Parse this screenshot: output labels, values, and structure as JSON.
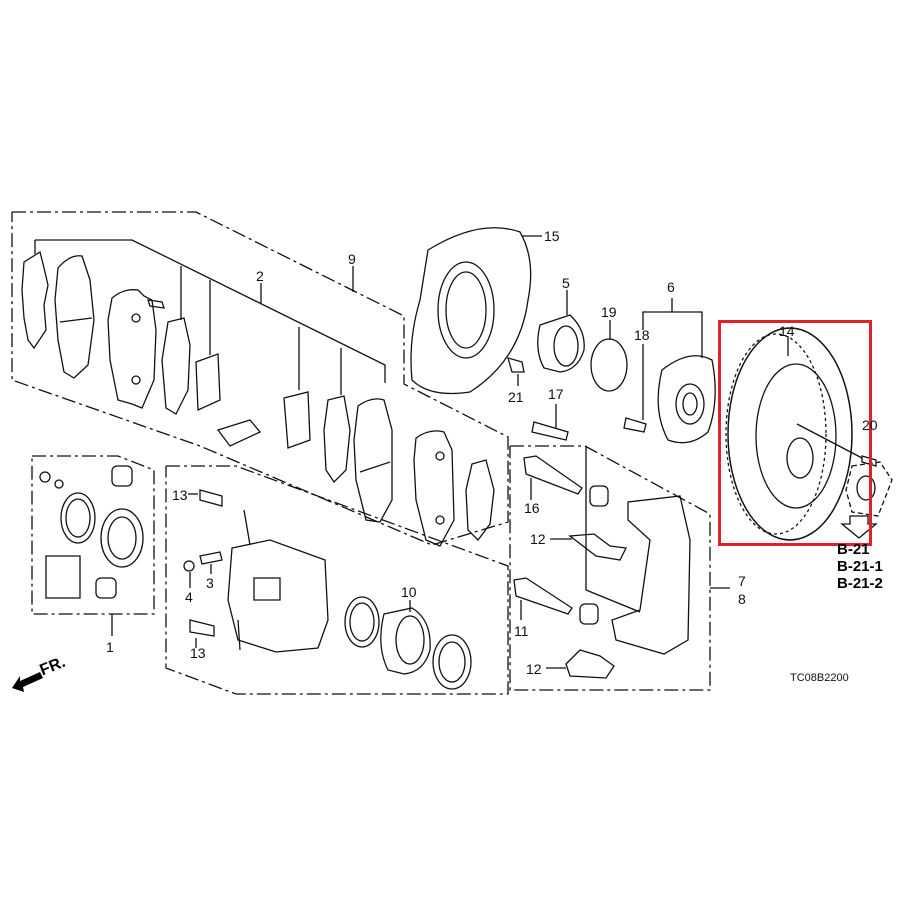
{
  "diagram": {
    "title_code": "TC08B2200",
    "direction_indicator": "FR.",
    "highlight_color": "#e0202a",
    "highlighted_part": "14",
    "reference_links": [
      "B-21",
      "B-21-1",
      "B-21-2"
    ],
    "callouts": [
      {
        "id": "c1",
        "label": "1",
        "part": "caliper seal kit"
      },
      {
        "id": "c2",
        "label": "2",
        "part": "brake pad shim set"
      },
      {
        "id": "c3",
        "label": "3",
        "part": "bleeder screw"
      },
      {
        "id": "c4",
        "label": "4",
        "part": "bleeder cap"
      },
      {
        "id": "c5",
        "label": "5",
        "part": "hub bearing"
      },
      {
        "id": "c6",
        "label": "6",
        "part": "hub assembly"
      },
      {
        "id": "c7",
        "label": "7",
        "part": "caliper bracket (L)"
      },
      {
        "id": "c8",
        "label": "8",
        "part": "caliper bracket (R)"
      },
      {
        "id": "c9",
        "label": "9",
        "part": "brake pad set"
      },
      {
        "id": "c10",
        "label": "10",
        "part": "piston"
      },
      {
        "id": "c11",
        "label": "11",
        "part": "guide pin"
      },
      {
        "id": "c12a",
        "label": "12",
        "part": "pad retainer (upper)"
      },
      {
        "id": "c12b",
        "label": "12",
        "part": "pad retainer (lower)"
      },
      {
        "id": "c13a",
        "label": "13",
        "part": "flange bolt (upper)"
      },
      {
        "id": "c13b",
        "label": "13",
        "part": "flange bolt (lower)"
      },
      {
        "id": "c14",
        "label": "14",
        "part": "brake disc rotor"
      },
      {
        "id": "c15",
        "label": "15",
        "part": "splash guard"
      },
      {
        "id": "c16",
        "label": "16",
        "part": "guide pin"
      },
      {
        "id": "c17",
        "label": "17",
        "part": "bracket bolt"
      },
      {
        "id": "c18",
        "label": "18",
        "part": "hub bolt"
      },
      {
        "id": "c19",
        "label": "19",
        "part": "snap ring"
      },
      {
        "id": "c20",
        "label": "20",
        "part": "disc screw"
      },
      {
        "id": "c21",
        "label": "21",
        "part": "splash guard bolt"
      }
    ]
  }
}
